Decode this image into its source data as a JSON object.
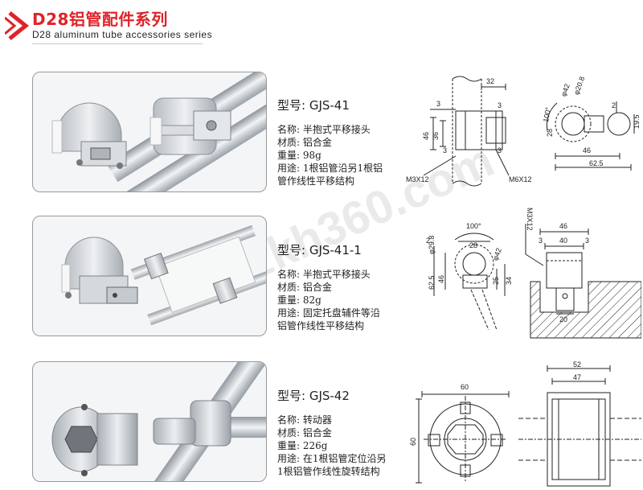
{
  "header": {
    "title_cn": "D28铝管配件系列",
    "title_en": "D28 aluminum tube accessories series"
  },
  "products": [
    {
      "model": "型号: GJS-41",
      "name": "名称: 半抱式平移接头",
      "material": "材质: 铝合金",
      "weight": "重量: 98g",
      "usage_line1": "用途: 1根铝管沿另1根铝",
      "usage_line2": "管作线性平移结构",
      "dims": {
        "top": "32",
        "left_outer": "46",
        "left_inner": "36",
        "d1": "3",
        "d2": "3",
        "d3": "3",
        "d4": "3",
        "screw_left": "M3X12",
        "screw_right": "M6X12",
        "phi_tube": "φ20.8",
        "phi_42": "φ42",
        "angle": "100°",
        "r28": "28",
        "r19_5": "19.5",
        "r46": "46",
        "r62_5": "62.5",
        "r2": "2"
      }
    },
    {
      "model": "型号: GJS-41-1",
      "name": "名称: 半抱式平移接头",
      "material": "材质: 铝合金",
      "weight": "重量: 82g",
      "usage_line1": "用途: 固定托盘辅件等沿",
      "usage_line2": "铝管作线性平移结构",
      "dims": {
        "angle": "100°",
        "phi_tube": "φ29.8",
        "r28": "28",
        "phi_42": "φ42",
        "r46": "46",
        "r62_5": "62.5",
        "r25": "25",
        "r34": "34",
        "r2": "2",
        "screw": "M3X12",
        "w46": "46",
        "w40": "40",
        "d3a": "3",
        "d3b": "3",
        "w20": "20"
      }
    },
    {
      "model": "型号: GJS-42",
      "name": "名称: 转动器",
      "material": "材质: 铝合金",
      "weight": "重量: 226g",
      "usage_line1": "用途: 在1根铝管定位沿另",
      "usage_line2": "1根铝管作线性旋转结构",
      "dims": {
        "w60": "60",
        "h60": "60",
        "w52": "52",
        "w47": "47"
      }
    }
  ],
  "watermark": "www.zkh360.com",
  "colors": {
    "brand_red": "#e0232a",
    "metal": "#c9ced4",
    "frame_border": "#999999"
  }
}
